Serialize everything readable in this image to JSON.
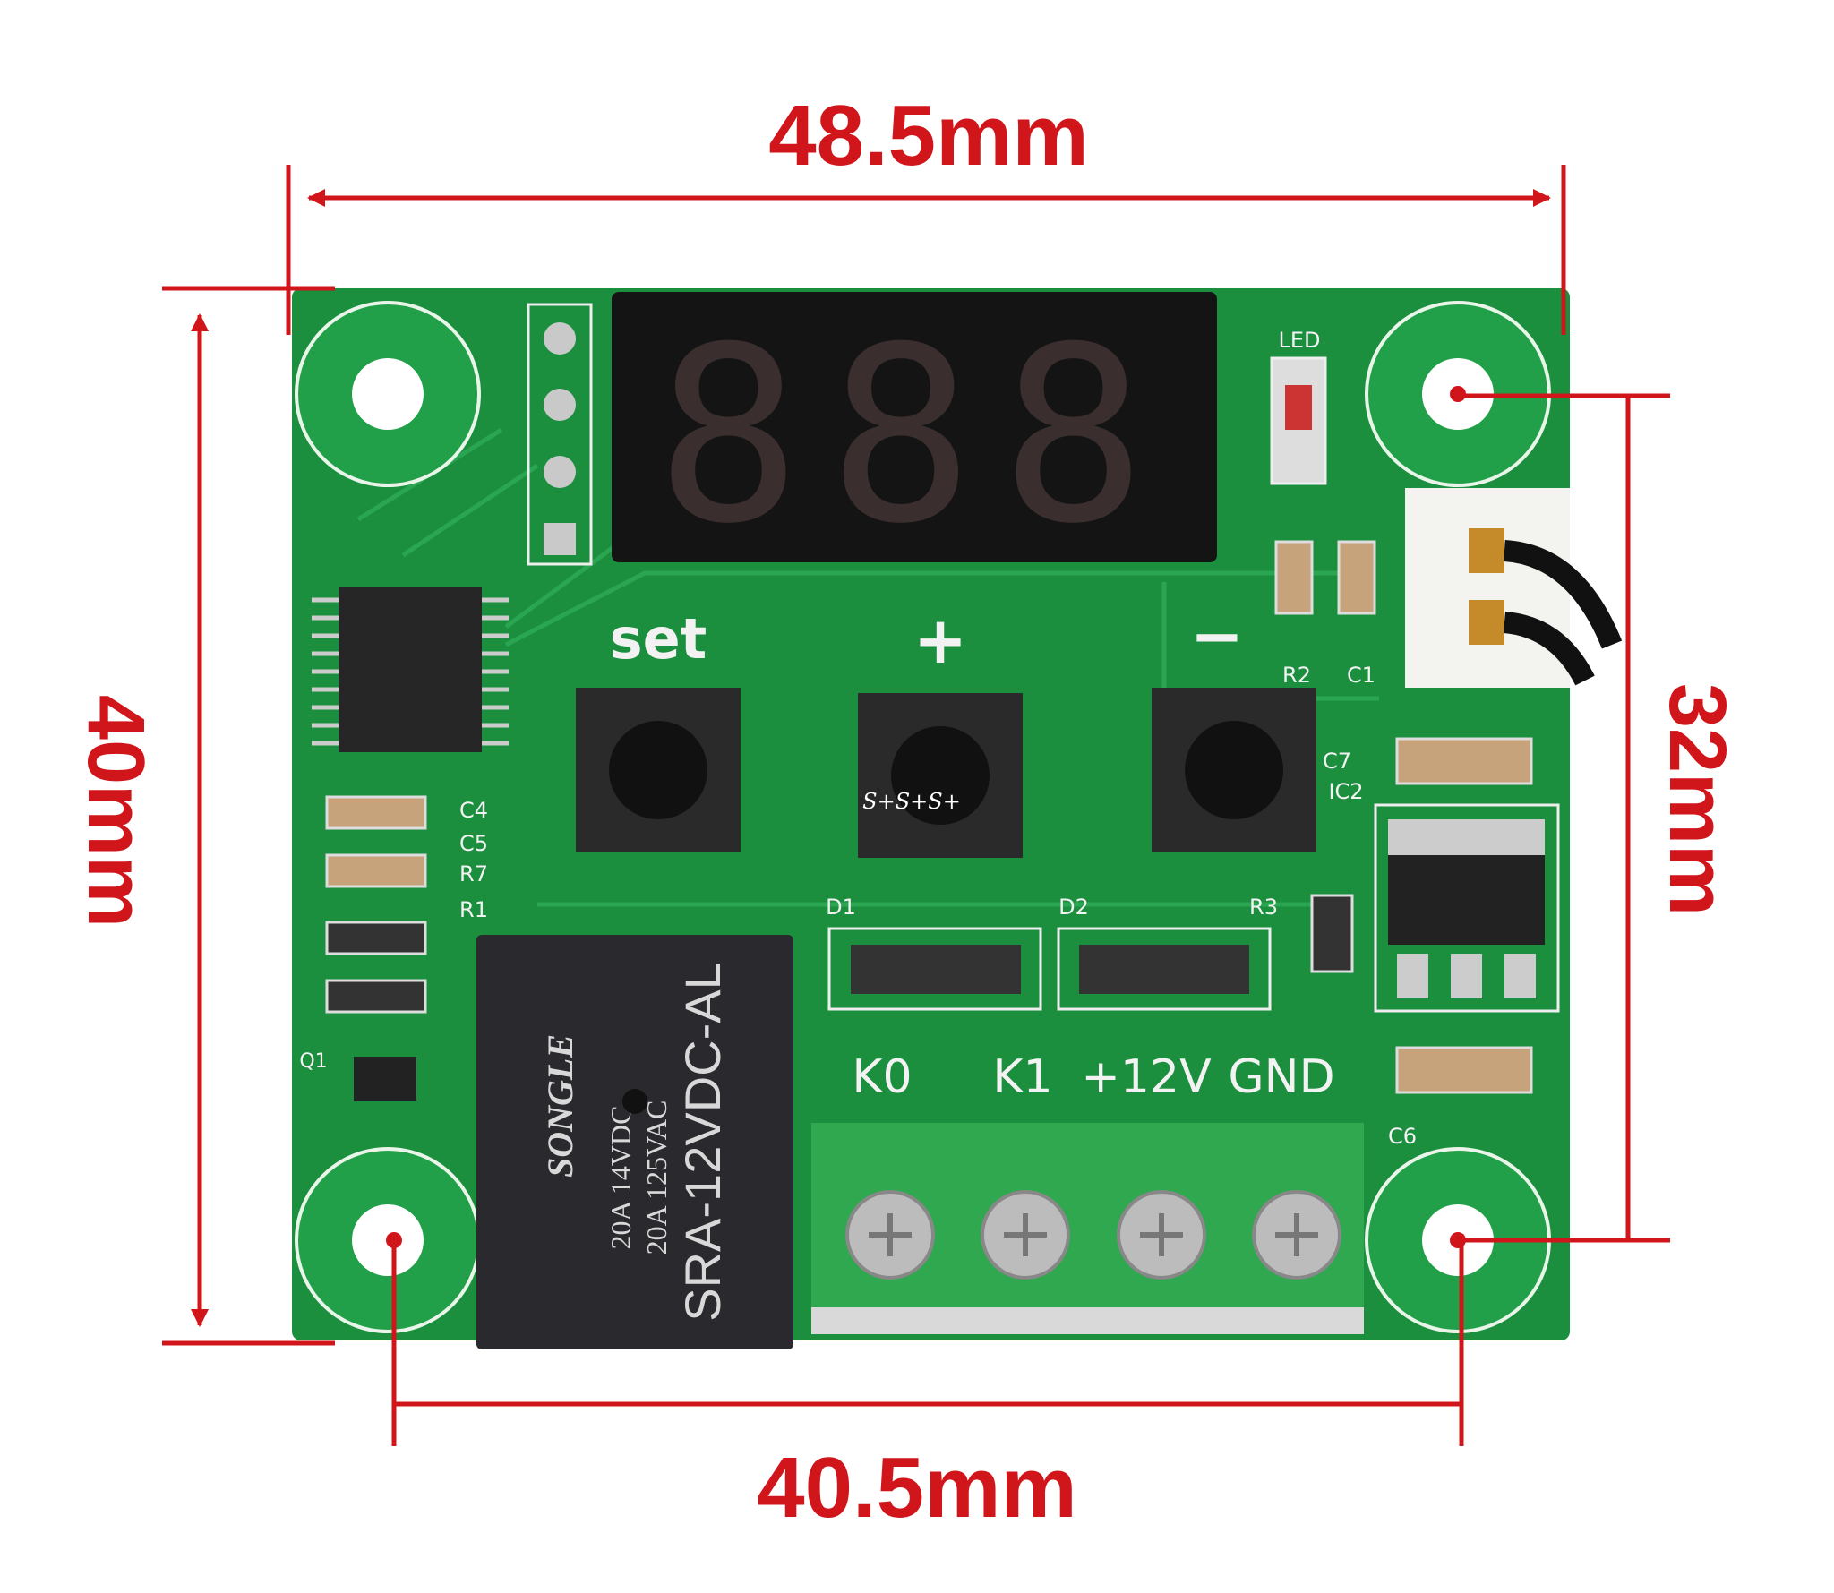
{
  "colors": {
    "dimension": "#d0161b",
    "pcb": "#1b8f3e",
    "terminal": "#2fa84f",
    "relay": "#2a2a2e"
  },
  "dimensions": {
    "width": "48.5mm",
    "height": "40mm",
    "hole_vertical": "32mm",
    "hole_horizontal": "40.5mm"
  },
  "silkscreen": {
    "led": "LED",
    "set": "set",
    "plus": "+",
    "minus": "−",
    "r2": "R2",
    "c1": "C1",
    "c7": "C7",
    "ic2": "IC2",
    "c4": "C4",
    "c5": "C5",
    "r7": "R7",
    "r1": "R1",
    "q1": "Q1",
    "d1": "D1",
    "d2": "D2",
    "r3": "R3",
    "c6": "C6",
    "k0": "K0",
    "k1": "K1",
    "v12": "+12V",
    "gnd": "GND"
  },
  "relay": {
    "brand": "SONGLE",
    "model": "SRA-12VDC-AL",
    "rating1": "20A 14VDC",
    "rating2": "20A 125VAC"
  },
  "display": {
    "digits": "888"
  },
  "watermark": "S+S+S+"
}
